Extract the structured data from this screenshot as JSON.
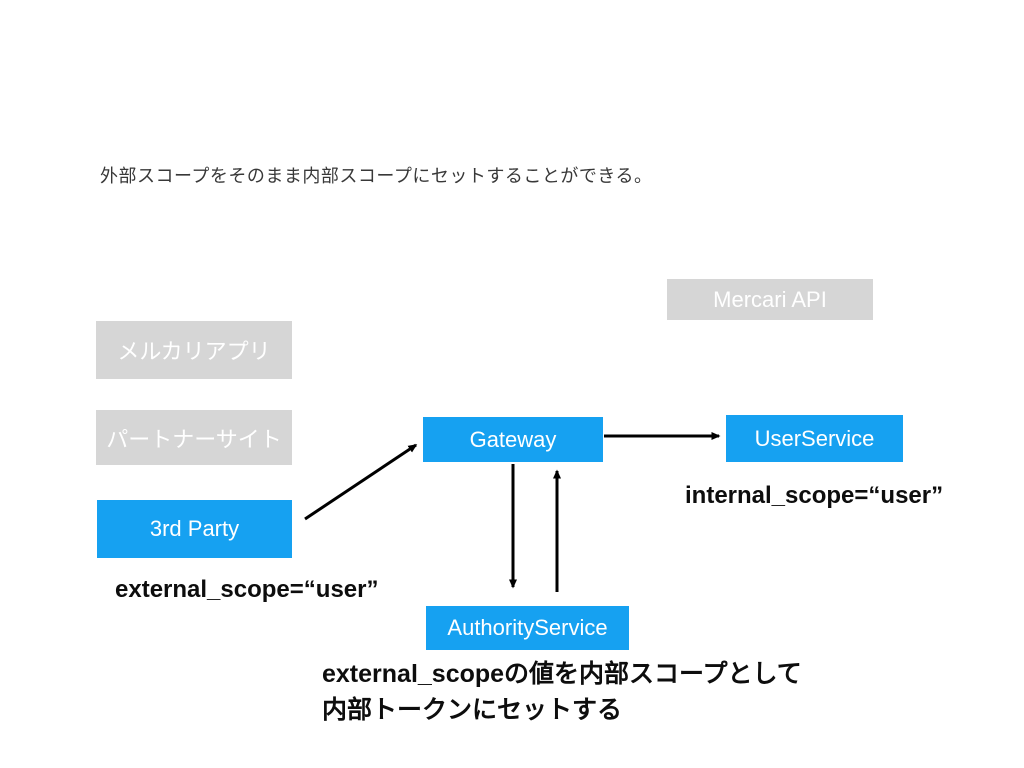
{
  "heading": "外部スコープをそのまま内部スコープにセットすることができる。",
  "colors": {
    "node_blue": "#16a1f1",
    "node_gray": "#d6d6d6",
    "node_text": "#ffffff",
    "arrow": "#000000",
    "annotation_text": "#0d0d0d",
    "background": "#ffffff"
  },
  "nodes": {
    "mercari_api": {
      "label": "Mercari API",
      "style": "gray"
    },
    "mercari_app": {
      "label": "メルカリアプリ",
      "style": "gray"
    },
    "partner_site": {
      "label": "パートナーサイト",
      "style": "gray"
    },
    "third_party": {
      "label": "3rd Party",
      "style": "blue"
    },
    "gateway": {
      "label": "Gateway",
      "style": "blue"
    },
    "user_service": {
      "label": "UserService",
      "style": "blue"
    },
    "authority_service": {
      "label": "AuthorityService",
      "style": "blue"
    }
  },
  "edges": [
    {
      "from": "3rd Party",
      "to": "Gateway"
    },
    {
      "from": "Gateway",
      "to": "UserService"
    },
    {
      "from": "Gateway",
      "to": "AuthorityService"
    },
    {
      "from": "AuthorityService",
      "to": "Gateway"
    }
  ],
  "annotations": {
    "external_scope": "external_scope=“user”",
    "internal_scope": "internal_scope=“user”",
    "note_line1": "external_scopeの値を内部スコープとして",
    "note_line2": "内部トークンにセットする"
  }
}
